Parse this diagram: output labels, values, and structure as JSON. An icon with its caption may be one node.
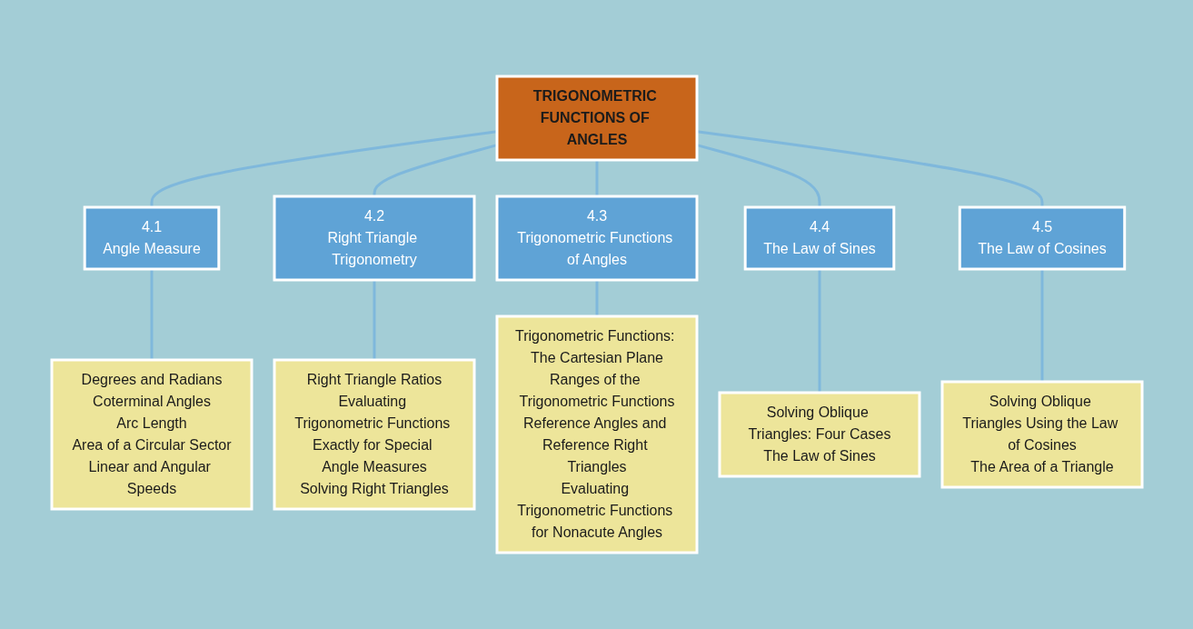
{
  "diagram": {
    "nodes": [
      {
        "text": [
          "TRIGONOMETRIC FUNCTIONS OF ANGLES"
        ]
      },
      {
        "text": [
          "4.1",
          "Angle Measure"
        ]
      },
      {
        "text": [
          "4.2",
          "Right Triangle Trigonometry"
        ]
      },
      {
        "text": [
          "4.3",
          "Trigonometric Functions of Angles"
        ]
      },
      {
        "text": [
          "4.4",
          "The Law of Sines"
        ]
      },
      {
        "text": [
          "4.5",
          "The Law of Cosines"
        ]
      },
      {
        "text": [
          "Degrees and Radians",
          "Coterminal Angles",
          "Arc Length",
          "Area of a Circular Sector",
          "Linear and Angular Speeds"
        ]
      },
      {
        "text": [
          "Right Triangle Ratios",
          "Evaluating Trigonometric Functions Exactly for Special Angle Measures",
          "Solving Right Triangles"
        ]
      },
      {
        "text": [
          "Trigonometric Functions: The Cartesian Plane",
          "Ranges of the Trigonometric Functions",
          "Reference Angles and Reference Right Triangles",
          "Evaluating Trigonometric Functions for Nonacute Angles"
        ]
      },
      {
        "text": [
          "Solving Oblique Triangles: Four Cases",
          "The Law of Sines"
        ]
      },
      {
        "text": [
          "Solving Oblique Triangles Using the Law of Cosines",
          "The Area of a Triangle"
        ]
      }
    ],
    "edges": [
      {
        "from": 0,
        "to": 1,
        "arrow": "none"
      },
      {
        "from": 0,
        "to": 2,
        "arrow": "none"
      },
      {
        "from": 0,
        "to": 3,
        "arrow": "none"
      },
      {
        "from": 0,
        "to": 4,
        "arrow": "none"
      },
      {
        "from": 0,
        "to": 5,
        "arrow": "none"
      },
      {
        "from": 1,
        "to": 6,
        "arrow": "none"
      },
      {
        "from": 2,
        "to": 7,
        "arrow": "none"
      },
      {
        "from": 3,
        "to": 8,
        "arrow": "none"
      },
      {
        "from": 4,
        "to": 9,
        "arrow": "none"
      },
      {
        "from": 5,
        "to": 10,
        "arrow": "none"
      }
    ]
  }
}
